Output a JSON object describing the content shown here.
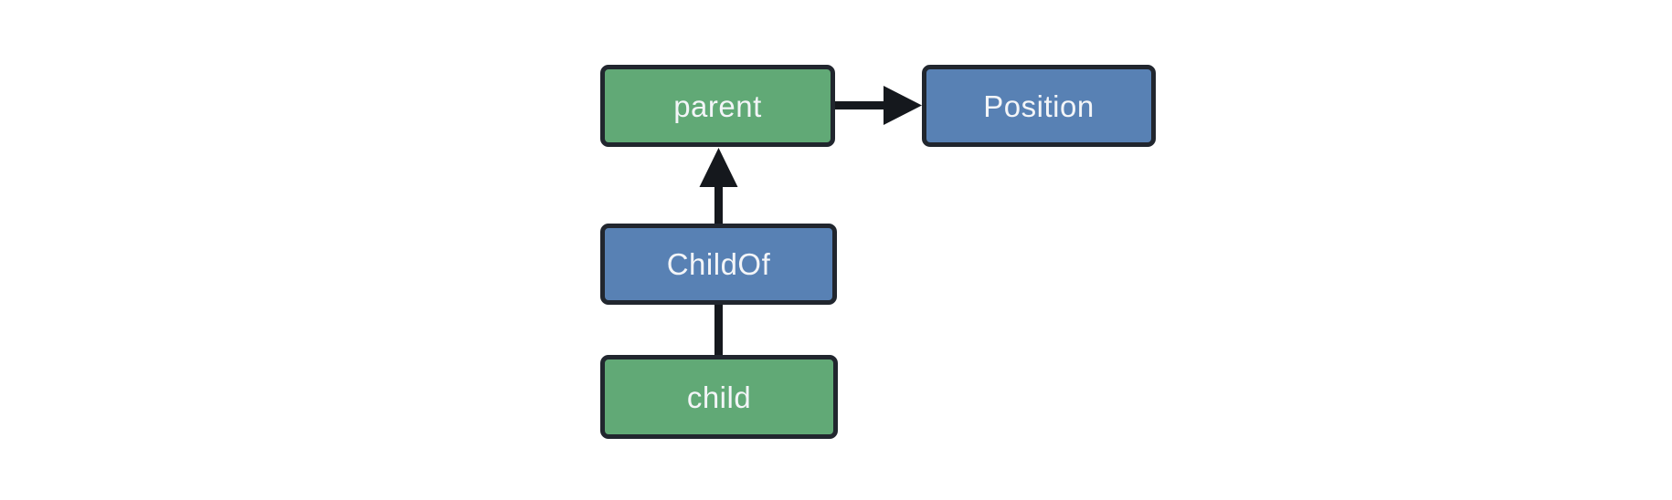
{
  "diagram": {
    "nodes": [
      {
        "id": "parent",
        "label": "parent",
        "fill": "#61a976"
      },
      {
        "id": "Position",
        "label": "Position",
        "fill": "#5881b4"
      },
      {
        "id": "ChildOf",
        "label": "ChildOf",
        "fill": "#5881b4"
      },
      {
        "id": "child",
        "label": "child",
        "fill": "#61a976"
      }
    ],
    "edges": [
      {
        "from": "parent",
        "to": "Position",
        "connector": "arrow",
        "direction": "right"
      },
      {
        "from": "ChildOf",
        "to": "parent",
        "connector": "arrow",
        "direction": "up"
      },
      {
        "from": "child",
        "to": "ChildOf",
        "connector": "line",
        "direction": "up"
      }
    ],
    "colors": {
      "background": "#ffffff",
      "entity_fill": "#61a976",
      "component_fill": "#5881b4",
      "node_border": "#21262e",
      "node_text": "#f3f5f8",
      "connector": "#15181d"
    }
  }
}
